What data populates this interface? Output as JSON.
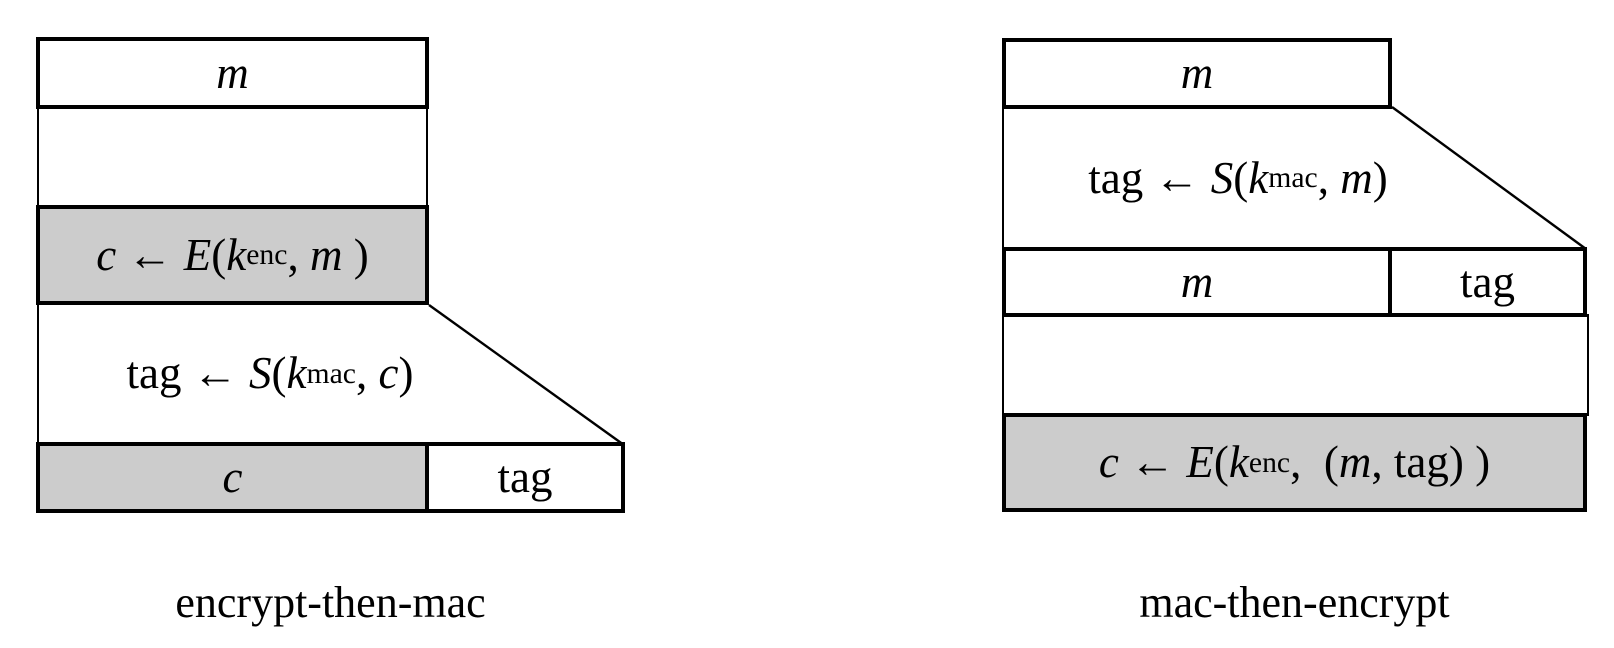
{
  "colors": {
    "highlight_fill": "#cccccc",
    "plain_fill": "#ffffff",
    "stroke": "#000000"
  },
  "etm": {
    "caption": "encrypt-then-mac",
    "m_box": [
      {
        "t": "m",
        "s": "it"
      }
    ],
    "enc_formula": [
      {
        "t": "c",
        "s": "it"
      },
      {
        "t": " ← ",
        "s": "up"
      },
      {
        "t": "E",
        "s": "it"
      },
      {
        "t": "(",
        "s": "up"
      },
      {
        "t": "k",
        "s": "it"
      },
      {
        "t": "enc",
        "s": "sub"
      },
      {
        "t": ", ",
        "s": "up"
      },
      {
        "t": "m",
        "s": "it"
      },
      {
        "t": " )",
        "s": "up"
      }
    ],
    "mac_formula": [
      {
        "t": "tag",
        "s": "up"
      },
      {
        "t": " ← ",
        "s": "up"
      },
      {
        "t": "S",
        "s": "it"
      },
      {
        "t": "(",
        "s": "up"
      },
      {
        "t": "k",
        "s": "it"
      },
      {
        "t": "mac",
        "s": "sub"
      },
      {
        "t": ", ",
        "s": "up"
      },
      {
        "t": "c",
        "s": "it"
      },
      {
        "t": ")",
        "s": "up"
      }
    ],
    "c_cell": [
      {
        "t": "c",
        "s": "it"
      }
    ],
    "tag_cell": [
      {
        "t": "tag",
        "s": "up"
      }
    ]
  },
  "mte": {
    "caption": "mac-then-encrypt",
    "m_box": [
      {
        "t": "m",
        "s": "it"
      }
    ],
    "mac_formula": [
      {
        "t": "tag",
        "s": "up"
      },
      {
        "t": " ← ",
        "s": "up"
      },
      {
        "t": "S",
        "s": "it"
      },
      {
        "t": "(",
        "s": "up"
      },
      {
        "t": "k",
        "s": "it"
      },
      {
        "t": "mac",
        "s": "sub"
      },
      {
        "t": ", ",
        "s": "up"
      },
      {
        "t": "m",
        "s": "it"
      },
      {
        "t": ")",
        "s": "up"
      }
    ],
    "m_cell": [
      {
        "t": "m",
        "s": "it"
      }
    ],
    "tag_cell": [
      {
        "t": "tag",
        "s": "up"
      }
    ],
    "enc_formula": [
      {
        "t": "c",
        "s": "it"
      },
      {
        "t": " ← ",
        "s": "up"
      },
      {
        "t": "E",
        "s": "it"
      },
      {
        "t": "(",
        "s": "up"
      },
      {
        "t": "k",
        "s": "it"
      },
      {
        "t": "enc",
        "s": "sub"
      },
      {
        "t": ",  (",
        "s": "up"
      },
      {
        "t": "m",
        "s": "it"
      },
      {
        "t": ", ",
        "s": "up"
      },
      {
        "t": "tag",
        "s": "up"
      },
      {
        "t": ") )",
        "s": "up"
      }
    ]
  }
}
